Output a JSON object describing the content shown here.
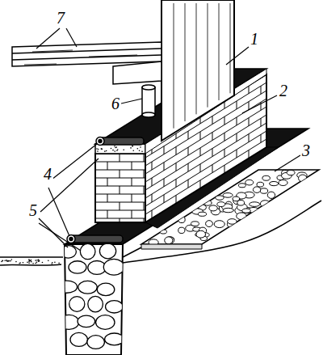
{
  "diagram": {
    "labels": [
      "7",
      "1",
      "2",
      "3",
      "4",
      "5",
      "6"
    ]
  }
}
